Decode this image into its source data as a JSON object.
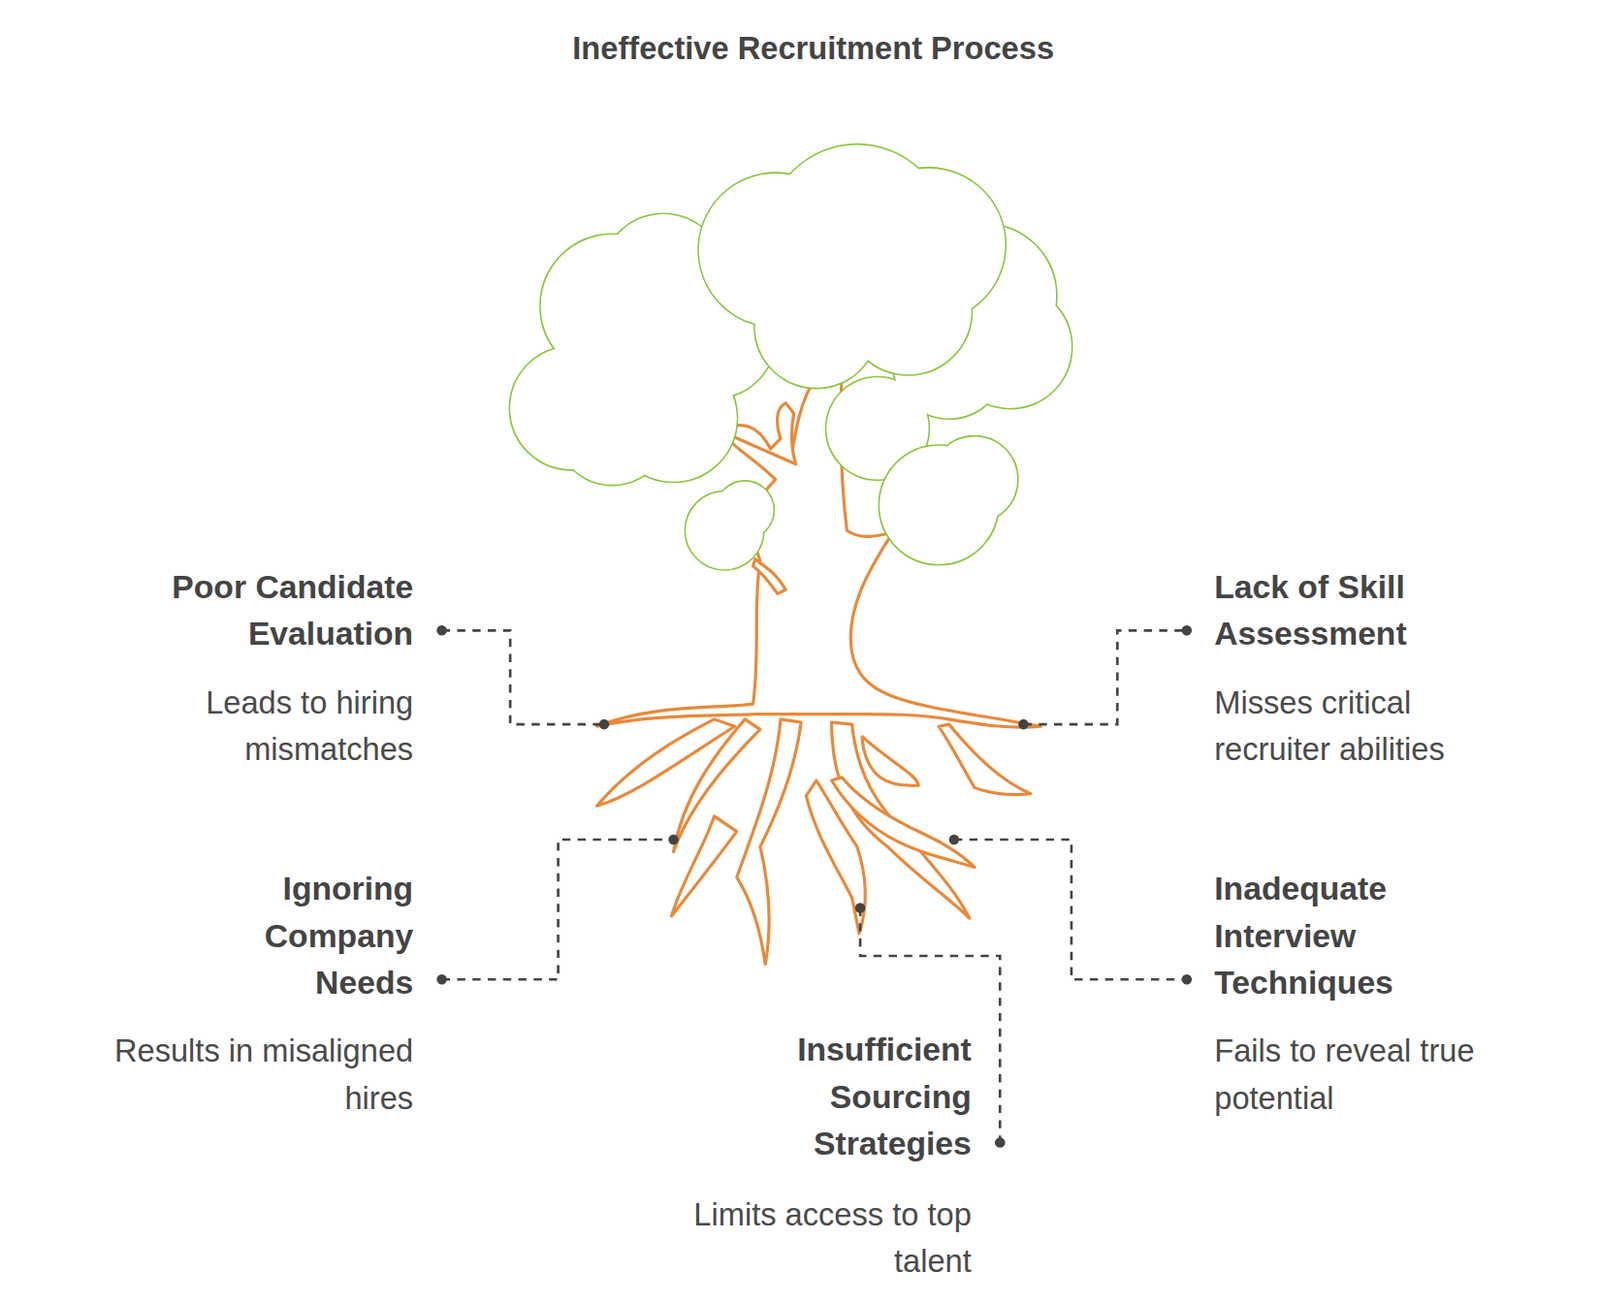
{
  "diagram": {
    "title": "Ineffective Recruitment Process",
    "labels": [
      "Poor Candidate Evaluation",
      "Leads to hiring mismatches",
      "Lack of Skill Assessment",
      "Misses critical recruiter abilities",
      "Ignoring Company Needs",
      "Results in misaligned hires",
      "Inadequate Interview Techniques",
      "Fails to reveal true potential",
      "Insufficient Sourcing Strategies",
      "Limits access to top talent"
    ]
  }
}
